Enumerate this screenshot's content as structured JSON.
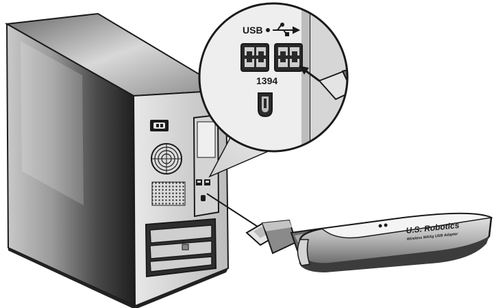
{
  "callout": {
    "usb_label": "USB",
    "firewire_label": "1394"
  },
  "adapter": {
    "brand": "U.S. Robotics",
    "subtitle": "Wireless MAXg USB Adapter"
  },
  "colors": {
    "ink": "#1a1a1a",
    "case_front_light": "#f2f2f2",
    "case_side_dark": "#2b2b2b",
    "adapter_body": "#9a9a9a"
  },
  "icons": [
    "usb-symbol-icon",
    "arrow-icon",
    "usb-port-icon",
    "firewire-port-icon"
  ]
}
